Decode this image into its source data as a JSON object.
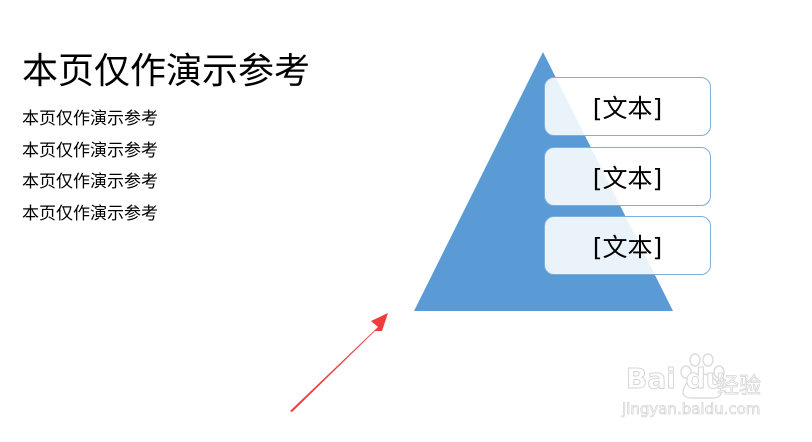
{
  "slide": {
    "title": "本页仅作演示参考",
    "lines": [
      "本页仅作演示参考",
      "本页仅作演示参考",
      "本页仅作演示参考",
      "本页仅作演示参考"
    ]
  },
  "pyramid": {
    "fill_color": "#5b9bd5",
    "box_border_color": "#7eaedb",
    "boxes": [
      {
        "label": "[文本]"
      },
      {
        "label": "[文本]"
      },
      {
        "label": "[文本]"
      }
    ]
  },
  "annotation": {
    "arrow_icon": "red-arrow-icon",
    "arrow_color": "#f03c3c"
  },
  "watermark": {
    "brand": "Bai du",
    "brand_cn": "经验",
    "url": "jingyan.baidu.com"
  }
}
